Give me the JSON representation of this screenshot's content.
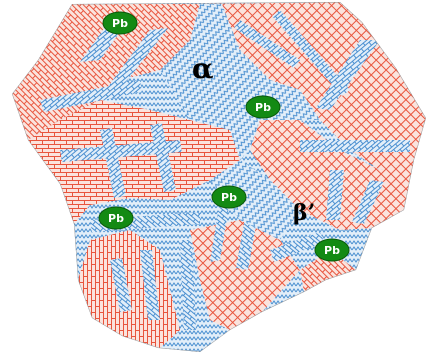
{
  "colors": {
    "alpha_phase": "#e8553d",
    "beta_phase": "#4a8fd0",
    "pb_fill": "#138a13",
    "pb_stroke": "#0a5a0a",
    "pb_text": "#ffffff",
    "label_text": "#000000"
  },
  "labels": {
    "alpha": "α",
    "beta_prime": "β’"
  },
  "pb_particles": [
    {
      "id": "pb-1",
      "text": "Pb"
    },
    {
      "id": "pb-2",
      "text": "Pb"
    },
    {
      "id": "pb-3",
      "text": "Pb"
    },
    {
      "id": "pb-4",
      "text": "Pb"
    },
    {
      "id": "pb-5",
      "text": "Pb"
    }
  ]
}
